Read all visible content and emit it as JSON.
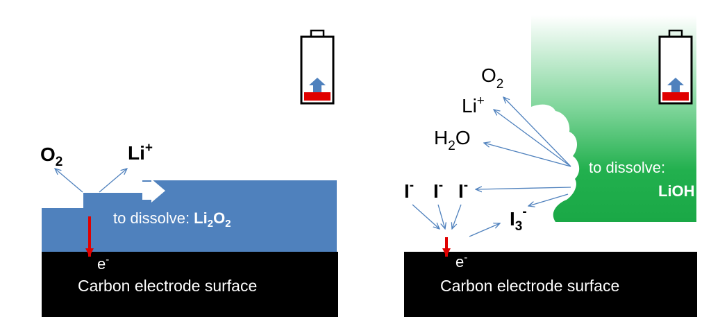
{
  "left_panel": {
    "o2": {
      "base": "O",
      "sub": "2"
    },
    "li_plus": {
      "base": "Li",
      "sup": "+"
    },
    "dissolve_prefix": "to dissolve: ",
    "li2o2": {
      "a": "Li",
      "a_sub": "2",
      "b": "O",
      "b_sub": "2"
    },
    "electron": {
      "base": "e",
      "sup": "-"
    },
    "electrode_label": "Carbon electrode surface"
  },
  "right_panel": {
    "o2": {
      "base": "O",
      "sub": "2"
    },
    "li_plus": {
      "base": "Li",
      "sup": "+"
    },
    "h2o": {
      "a": "H",
      "sub": "2",
      "b": "O"
    },
    "iodide": {
      "base": "I",
      "sup": "-"
    },
    "triiodide": {
      "base": "I",
      "sub": "3",
      "sup": "-"
    },
    "dissolve_line1": "to dissolve:",
    "dissolve_line2": "LiOH",
    "electron": {
      "base": "e",
      "sup": "-"
    },
    "electrode_label": "Carbon electrode surface"
  },
  "colors": {
    "electrode": "#000000",
    "li2o2_layer": "#4f81bd",
    "lioh_layer": "#1fad4b",
    "arrow_thin": "#4f81bd",
    "electron_arrow": "#e00000",
    "battery_charge": "#e00000",
    "battery_arrow": "#4f81bd"
  },
  "icons": [
    "battery-icon",
    "charge-up-arrow-icon",
    "white-block-arrow-icon",
    "electron-arrow-icon"
  ]
}
